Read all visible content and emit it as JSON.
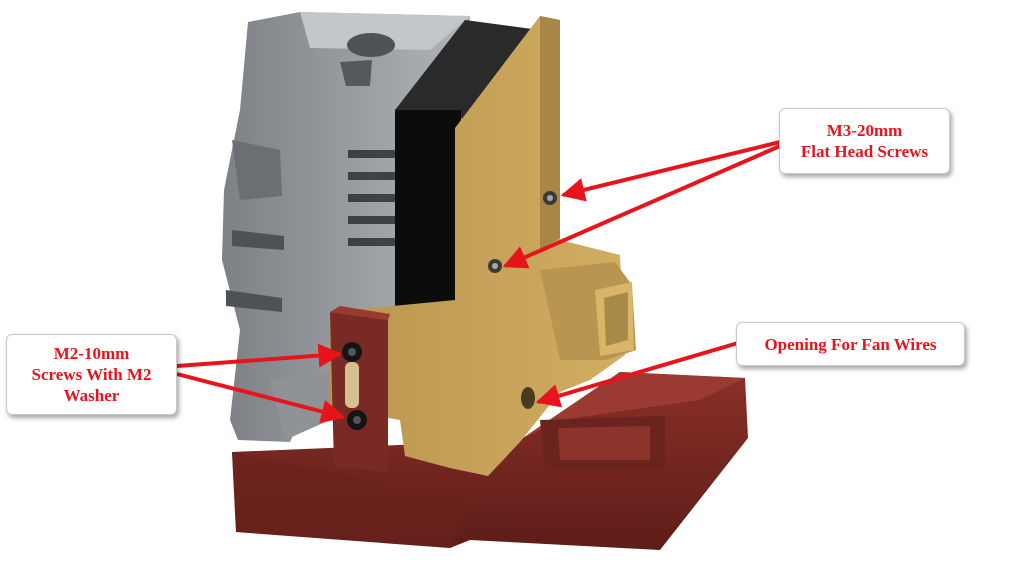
{
  "callouts": {
    "m3_screws": {
      "lines": [
        "M3-20mm",
        "Flat Head Screws"
      ]
    },
    "m2_screws": {
      "lines": [
        "M2-10mm",
        "Screws With M2",
        "Washer"
      ]
    },
    "fan_wires": {
      "lines": [
        "Opening For Fan Wires"
      ]
    }
  },
  "colors": {
    "arrow": "#e8141c",
    "callout_text": "#e8141c",
    "hotend_block": "#9a9ea2",
    "bracket": "#c4a15a",
    "base": "#7a2a24",
    "spacer": "#111111"
  }
}
